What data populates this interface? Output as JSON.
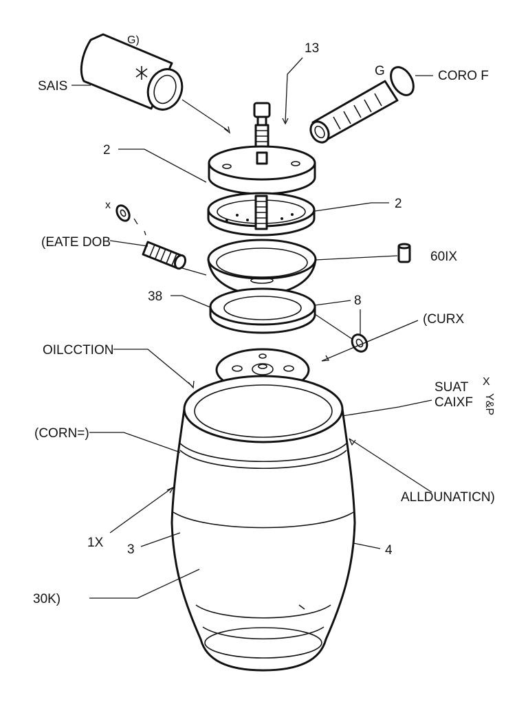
{
  "diagram": {
    "labels": {
      "sais": "SAIS",
      "g_top": "G)",
      "num_13": "13",
      "g_right": "G",
      "coro_f": "CORO F",
      "num_2_left": "2",
      "x_small": "x",
      "num_2_right": "2",
      "eate_dob": "(EATE DOB",
      "num_60ix": "60IX",
      "num_38": "38",
      "num_8": "8",
      "curx": "(CURX",
      "oilcction": "OILCCTION",
      "suat": "SUAT",
      "caixf": "CAIXF",
      "x_vert": "X",
      "ysp_vert": "Y&P",
      "corne": "(CORN=)",
      "alldunaticn": "ALLDUNATICN)",
      "num_1x": "1X",
      "num_3": "3",
      "num_4": "4",
      "num_30k": "30K)"
    }
  }
}
